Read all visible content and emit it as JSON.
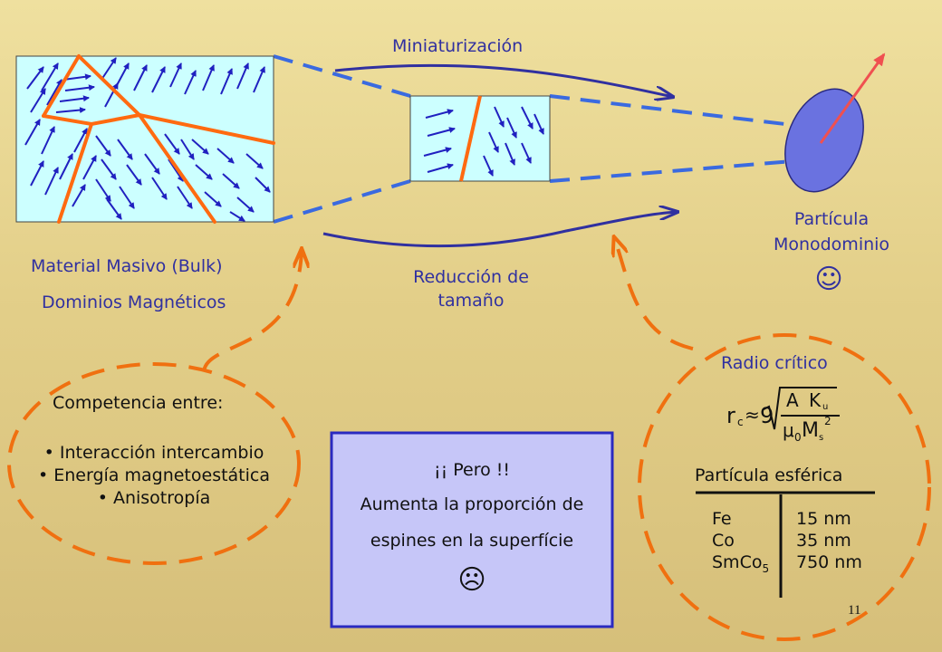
{
  "labels": {
    "miniaturization": "Miniaturización",
    "size_reduction_line1": "Reducción de",
    "size_reduction_line2": "tamaño",
    "bulk_material": "Material Masivo (Bulk)",
    "magnetic_domains": "Dominios Magnéticos",
    "particle_line1": "Partícula",
    "particle_line2": "Monodominio",
    "smiley": "☺",
    "critical_radius": "Radio crítico",
    "slide_number": "11"
  },
  "formula": {
    "r": "r",
    "r_sub": "c",
    "approx": "≈",
    "coef": "9",
    "numerator_A": "A",
    "numerator_K": "K",
    "numerator_K_sub": "u",
    "denominator_mu": "μ",
    "denominator_mu_sub": "0",
    "denominator_M": "M",
    "denominator_M_sub": "s",
    "denominator_sup": "2"
  },
  "competition": {
    "title": "Competencia entre:",
    "items": [
      "• Interacción intercambio",
      "• Energía magnetoestática",
      "• Anisotropía"
    ]
  },
  "warning_box": {
    "line1": "¡¡ Pero !!",
    "line2": "Aumenta la proporción de",
    "line3": "espines en la superfície",
    "frown": "☹"
  },
  "table": {
    "header": "Partícula esférica",
    "rows": [
      {
        "material": "Fe",
        "sub": "",
        "size": "15 nm"
      },
      {
        "material": "Co",
        "sub": "",
        "size": "35 nm"
      },
      {
        "material": "SmCo",
        "sub": "5",
        "size": "750 nm"
      }
    ]
  },
  "colors": {
    "box_fill": "#ccffff",
    "spin_arrow": "#2020c0",
    "domain_wall": "#ff6a10",
    "dashed_connector": "#3a6ae0",
    "process_arrow": "#3030a0",
    "particle_fill": "#6a72e0",
    "moment_arrow": "#f05050",
    "dashed_loop": "#f07010",
    "warning_fill": "#c6c6f8",
    "warning_border": "#2a2ac0"
  }
}
